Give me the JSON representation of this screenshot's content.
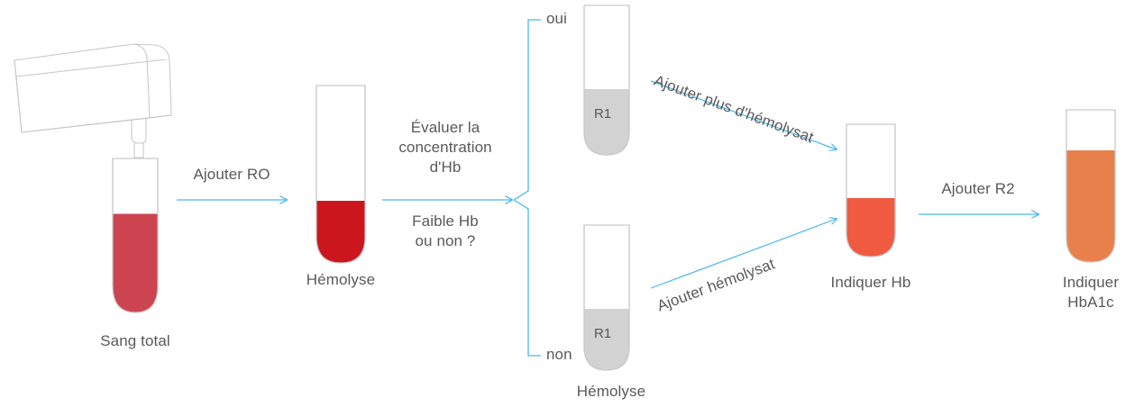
{
  "diagram": {
    "title": "Workflow HbA1c - hemolysat",
    "colors": {
      "arrow": "#4AB8E8",
      "text": "#595959",
      "tube_outline": "#C9C9C9",
      "blood_red": "#CC4450",
      "hemolysate_red": "#CC161E",
      "indicate_hb_orange": "#F05A40",
      "hba1c_orange": "#E8804C",
      "reagent_gray": "#D2D2D2",
      "device_outline": "#C8C8C8",
      "background": "#FFFFFF"
    },
    "steps": [
      {
        "id": "sang-total",
        "caption": "Sang total",
        "fill": "blood_red",
        "content_label": ""
      },
      {
        "id": "hemolyse-1",
        "caption": "Hémolyse",
        "fill": "hemolysate_red",
        "content_label": ""
      },
      {
        "id": "r1-oui",
        "caption": "",
        "fill": "reagent_gray",
        "content_label": "R1"
      },
      {
        "id": "r1-non",
        "caption": "Hémolyse",
        "fill": "reagent_gray",
        "content_label": "R1"
      },
      {
        "id": "indiquer-hb",
        "caption": "Indiquer Hb",
        "fill": "indicate_hb_orange",
        "content_label": ""
      },
      {
        "id": "indiquer-hba1c",
        "caption_line1": "Indiquer",
        "caption_line2": "HbA1c",
        "fill": "hba1c_orange",
        "content_label": ""
      }
    ],
    "arrow_labels": {
      "add_r0": "Ajouter RO",
      "evaluate_line1": "Évaluer la",
      "evaluate_line2": "concentration",
      "evaluate_line3": "d'Hb",
      "question_line1": "Faible Hb",
      "question_line2": "ou non ?",
      "branch_yes": "oui",
      "branch_no": "non",
      "add_more_hemolysate": "Ajouter plus d'hémolysat",
      "add_hemolysate": "Ajouter hémolysat",
      "add_r2": "Ajouter R2"
    },
    "device": {
      "name": "pipettor-dispenser",
      "probe_label": ""
    }
  }
}
